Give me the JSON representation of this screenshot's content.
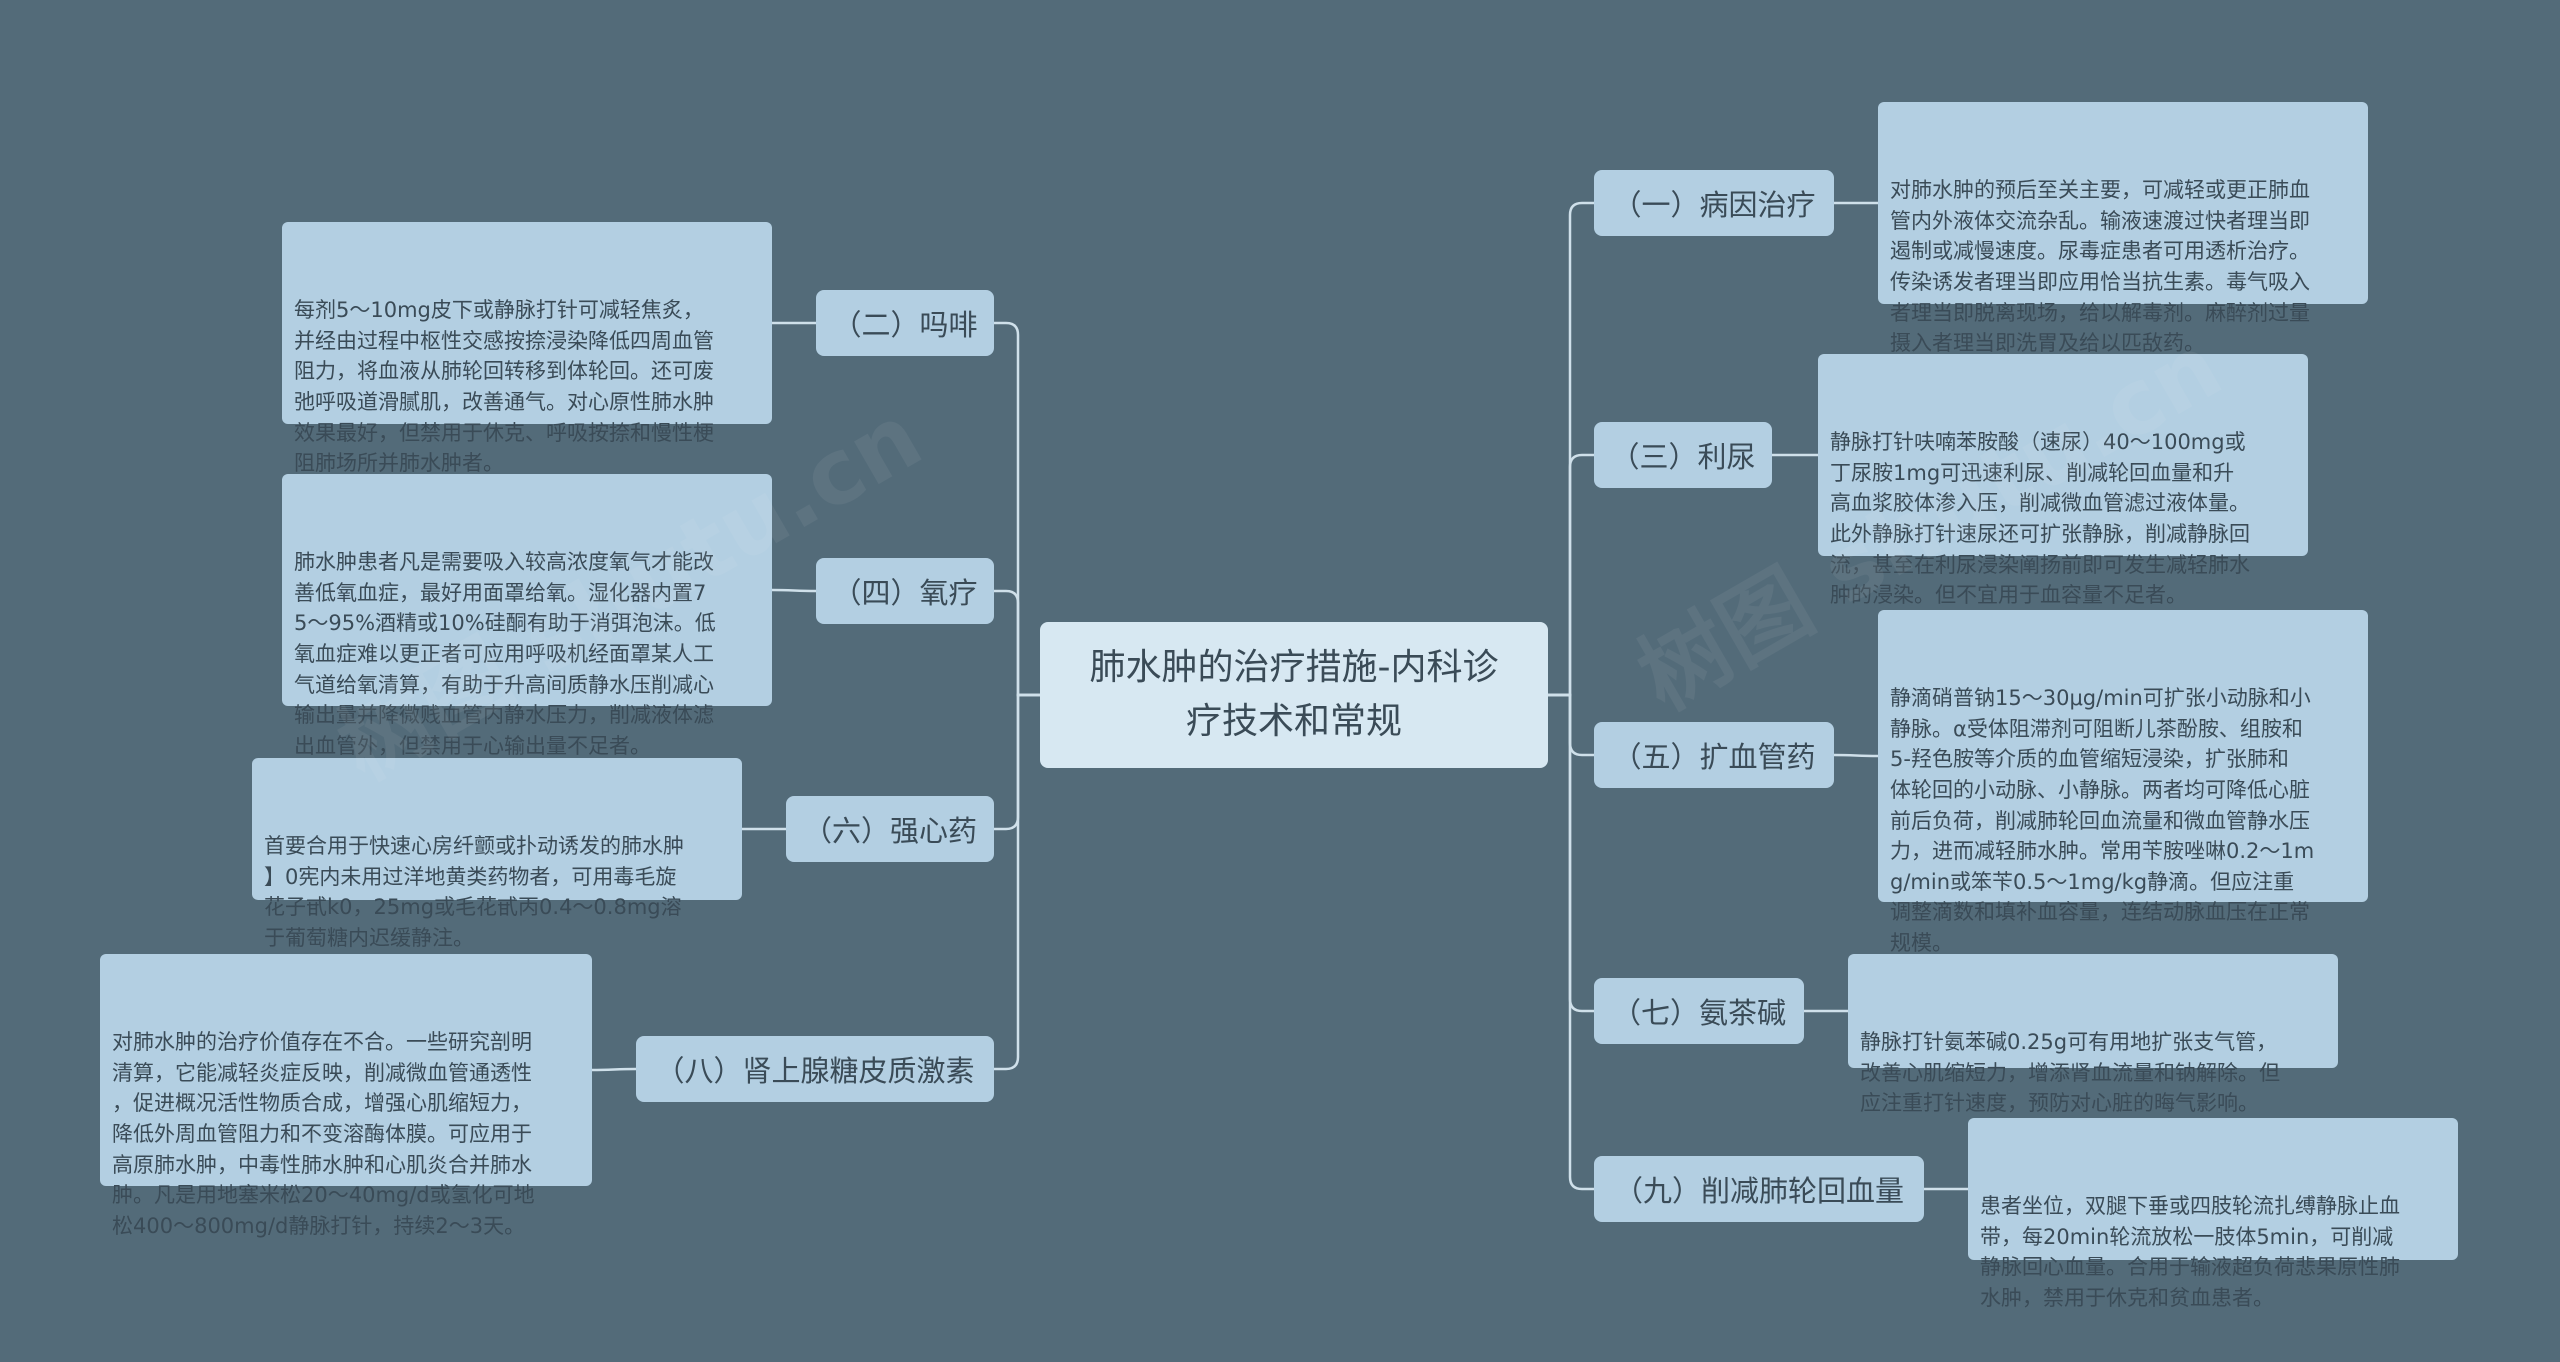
{
  "root": {
    "title_lines": [
      "肺水肿的治疗措施-内科诊",
      "疗技术和常规"
    ]
  },
  "colors": {
    "background": "#536b79",
    "root": "#d7e8f2",
    "node": "#b3cfe2",
    "line": "#cfe0ea",
    "text": "#3a4b57"
  },
  "branches": [
    {
      "id": "b1",
      "label": "（一）病因治疗",
      "leaf": [
        "对肺水肿的预后至关主要，可减轻或更正肺血",
        "管内外液体交流杂乱。输液速渡过快者理当即",
        "遏制或减慢速度。尿毒症患者可用透析治疗。",
        "传染诱发者理当即应用恰当抗生素。毒气吸入",
        "者理当即脱离现场，给以解毒剂。麻醉剂过量",
        "摄入者理当即洗胃及给以匹敌药。"
      ]
    },
    {
      "id": "b3",
      "label": "（三）利尿",
      "leaf": [
        "静脉打针呋喃苯胺酸（速尿）40～100mg或",
        "丁尿胺1mg可迅速利尿、削减轮回血量和升",
        "高血浆胶体渗入压，削减微血管滤过液体量。",
        "此外静脉打针速尿还可扩张静脉，削减静脉回",
        "流，甚至在利尿浸染阐扬前即可发生减轻肺水",
        "肿的浸染。但不宜用于血容量不足者。"
      ]
    },
    {
      "id": "b5",
      "label": "（五）扩血管药",
      "leaf": [
        "静滴硝普钠15～30μg/min可扩张小动脉和小",
        "静脉。α受体阻滞剂可阻断儿茶酚胺、组胺和",
        "5-羟色胺等介质的血管缩短浸染，扩张肺和",
        "体轮回的小动脉、小静脉。两者均可降低心脏",
        "前后负荷，削减肺轮回血流量和微血管静水压",
        "力，进而减轻肺水肿。常用苄胺唑啉0.2～1m",
        "g/min或笨苄0.5～1mg/kg静滴。但应注重",
        "调整滴数和填补血容量，连结动脉血压在正常",
        "规模。"
      ]
    },
    {
      "id": "b7",
      "label": "（七）氨茶碱",
      "leaf": [
        "静脉打针氨苯碱0.25g可有用地扩张支气管，",
        "改善心肌缩短力，增添肾血流量和钠解除。但",
        "应注重打针速度，预防对心脏的晦气影响。"
      ]
    },
    {
      "id": "b9",
      "label": "（九）削减肺轮回血量",
      "leaf": [
        "患者坐位，双腿下垂或四肢轮流扎缚静脉止血",
        "带，每20min轮流放松一肢体5min，可削减",
        "静脉回心血量。合用于输液超负荷悲果原性肺",
        "水肿，禁用于休克和贫血患者。"
      ]
    },
    {
      "id": "b2",
      "label": "（二）吗啡",
      "leaf": [
        "每剂5～10mg皮下或静脉打针可减轻焦炙，",
        "并经由过程中枢性交感按捺浸染降低四周血管",
        "阻力，将血液从肺轮回转移到体轮回。还可废",
        "弛呼吸道滑腻肌，改善通气。对心原性肺水肿",
        "效果最好，但禁用于休克、呼吸按捺和慢性梗",
        "阻肺场所并肺水肿者。"
      ]
    },
    {
      "id": "b4",
      "label": "（四）氧疗",
      "leaf": [
        "肺水肿患者凡是需要吸入较高浓度氧气才能改",
        "善低氧血症，最好用面罩给氧。湿化器内置7",
        "5～95%酒精或10%硅酮有助于消弭泡沫。低",
        "氧血症难以更正者可应用呼吸机经面罩某人工",
        "气道给氧清算，有助于升高间质静水压削减心",
        "输出量并降微贱血管内静水压力，削减液体滤",
        "出血管外，但禁用于心输出量不足者。"
      ]
    },
    {
      "id": "b6",
      "label": "（六）强心药",
      "leaf": [
        "首要合用于快速心房纤颤或扑动诱发的肺水肿",
        "】0宪内未用过洋地黄类药物者，可用毒毛旋",
        "花子甙k0，25mg或毛花甙丙0.4～0.8mg溶",
        "于葡萄糖内迟缓静注。"
      ]
    },
    {
      "id": "b8",
      "label": "（八）肾上腺糖皮质激素",
      "leaf": [
        "对肺水肿的治疗价值存在不合。一些研究剖明",
        "清算，它能减轻炎症反映，削减微血管通透性",
        "，促进概况活性物质合成，增强心肌缩短力，",
        "降低外周血管阻力和不变溶酶体膜。可应用于",
        "高原肺水肿，中毒性肺水肿和心肌炎合并肺水",
        "肿。凡是用地塞米松20～40mg/d或氢化可地",
        "松400～800mg/d静脉打针，持续2～3天。"
      ]
    }
  ],
  "watermarks": [
    "树图 shutu.cn",
    "树图 shutu.cn"
  ]
}
